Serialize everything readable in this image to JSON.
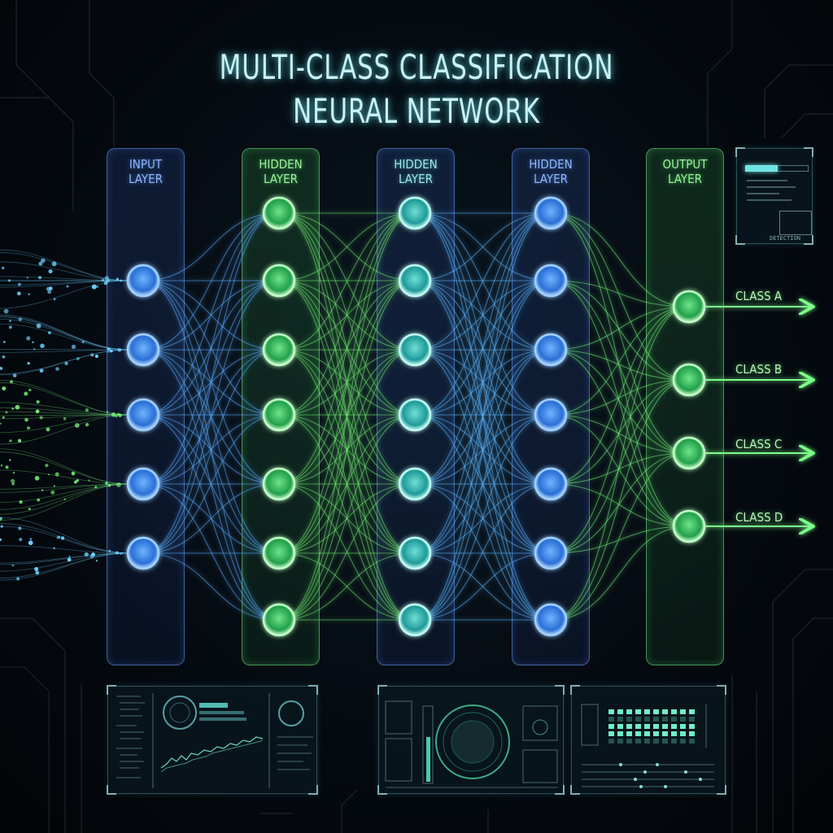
{
  "title": {
    "line1": "MULTI-CLASS CLASSIFICATION",
    "line2": "NEURAL NETWORK"
  },
  "layers": [
    {
      "label": "INPUT\nLAYER",
      "color": "blue",
      "nodes": 5
    },
    {
      "label": "HIDDEN\nLAYER",
      "color": "green",
      "nodes": 7
    },
    {
      "label": "HIDDEN\nLAYER",
      "color": "teal",
      "nodes": 7
    },
    {
      "label": "HIDDEN\nLAYER",
      "color": "blue",
      "nodes": 7
    },
    {
      "label": "OUTPUT\nLAYER",
      "color": "green",
      "nodes": 4
    }
  ],
  "outputs": [
    {
      "label": "CLASS A"
    },
    {
      "label": "CLASS B"
    },
    {
      "label": "CLASS C"
    },
    {
      "label": "CLASS D"
    }
  ],
  "panels": {
    "top_right": {
      "footer": "DETECTION"
    },
    "bottom_left": {
      "type": "dashboard-chart"
    },
    "bottom_center": {
      "type": "radar-dashboard"
    },
    "bottom_right": {
      "type": "activation-grid"
    }
  },
  "colors": {
    "background": "#050a10",
    "blue_accent": "#4fa3ff",
    "green_accent": "#5cf06a",
    "teal_accent": "#4fe0d0",
    "title": "#c8f2f4"
  }
}
